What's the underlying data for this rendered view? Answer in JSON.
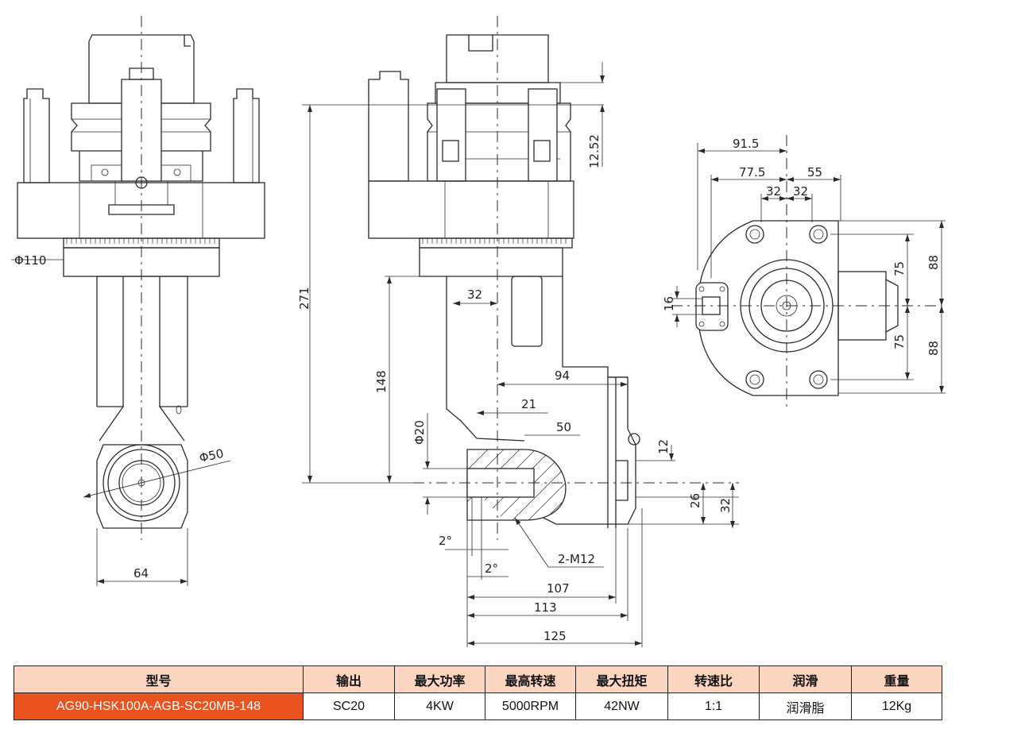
{
  "drawing": {
    "front_view": {
      "dim_body_diameter": "Φ110",
      "dim_output_diameter": "Φ50",
      "dim_width": "64"
    },
    "side_view": {
      "dim_total_height": "271",
      "dim_top_offset": "12.52",
      "dim_drop": "148",
      "dim_32": "32",
      "dim_94": "94",
      "dim_21": "21",
      "dim_50": "50",
      "dim_bore": "Φ20",
      "dim_12": "12",
      "dim_26": "26",
      "dim_32b": "32",
      "angle_1": "2°",
      "angle_2": "2°",
      "thread": "2-M12",
      "dim_107": "107",
      "dim_113": "113",
      "dim_125": "125"
    },
    "top_view": {
      "dim_91_5": "91.5",
      "dim_77_5": "77.5",
      "dim_55": "55",
      "dim_32_left": "32",
      "dim_32_right": "32",
      "dim_75_top": "75",
      "dim_75_bottom": "75",
      "dim_88_top": "88",
      "dim_88_bottom": "88",
      "dim_16": "16"
    }
  },
  "table": {
    "headers": [
      "型号",
      "输出",
      "最大功率",
      "最高转速",
      "最大扭矩",
      "转速比",
      "润滑",
      "重量"
    ],
    "row": {
      "model": "AG90-HSK100A-AGB-SC20MB-148",
      "output": "SC20",
      "power": "4KW",
      "speed": "5000RPM",
      "torque": "42NW",
      "ratio": "1:1",
      "lubrication": "润滑脂",
      "weight": "12Kg"
    },
    "accent_color": "#e8531f",
    "header_color": "#fbd5bf"
  }
}
